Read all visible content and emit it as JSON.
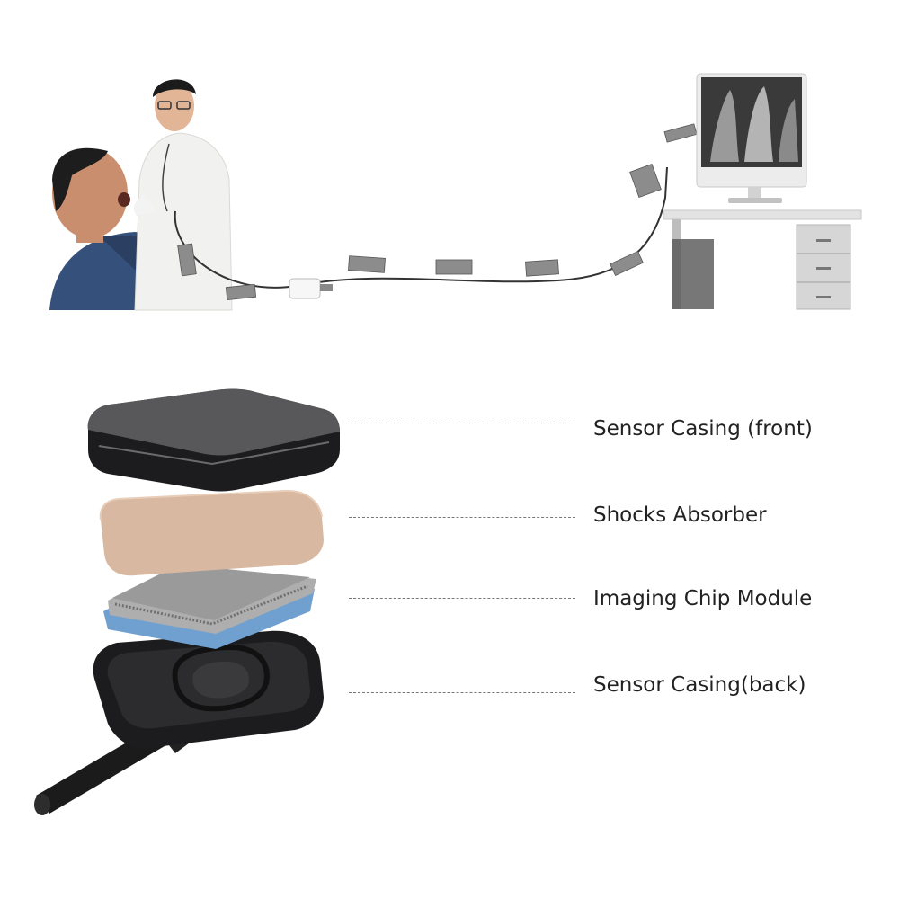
{
  "labels": {
    "casing_front": "Sensor Casing (front)",
    "shock_absorber": "Shocks Absorber",
    "imaging_chip": "Imaging Chip Module",
    "casing_back": "Sensor Casing(back)"
  },
  "colors": {
    "casing": "#1c1c1e",
    "absorber": "#d8b8a0",
    "chip_top": "#9a9a9a",
    "chip_base": "#6fa0cf",
    "leader_line": "#777777",
    "label_text": "#222222"
  },
  "icons": [
    "patient-figure",
    "doctor-figure",
    "usb-adapter",
    "xray-film",
    "desktop-monitor",
    "desk"
  ]
}
